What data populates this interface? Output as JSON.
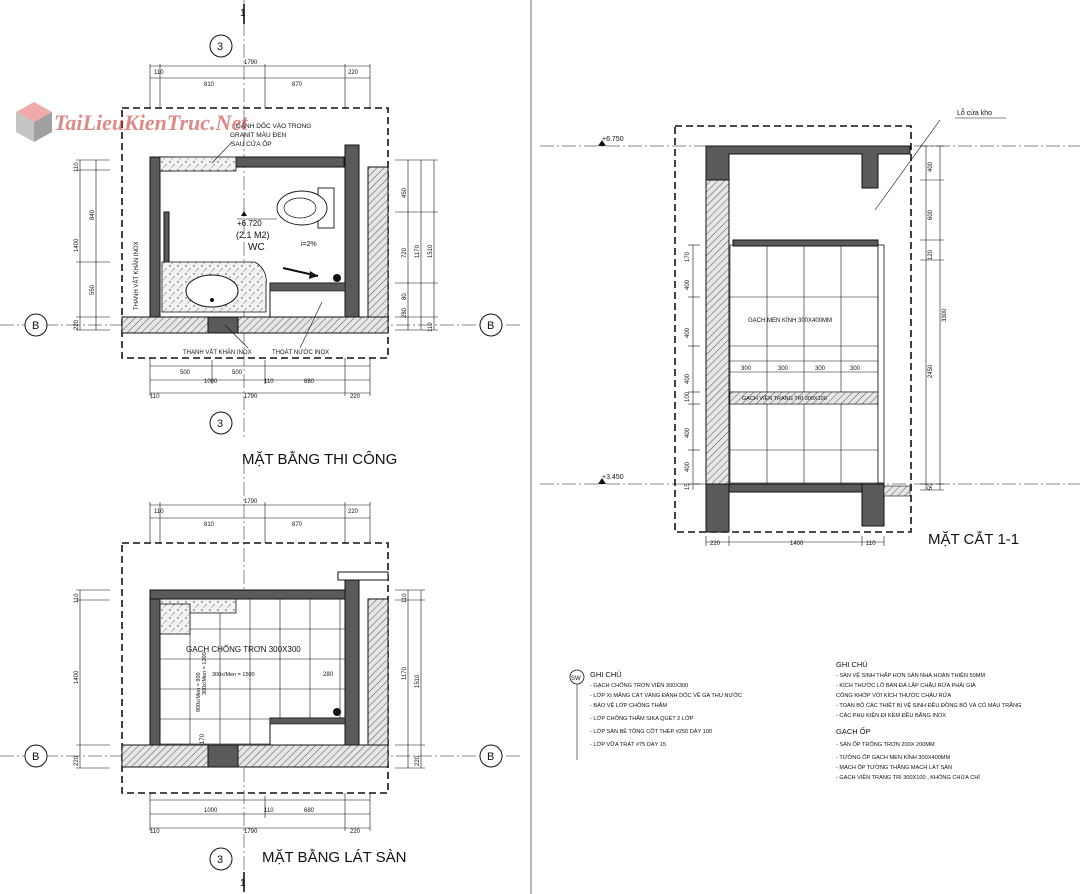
{
  "logo": {
    "text": "TaiLieuKienTruc.Net"
  },
  "titles": {
    "plan_construction": "MẶT BẰNG THI CÔNG",
    "plan_flooring": "MẶT BẰNG LÁT SÀN",
    "section": "MẶT CẮT 1-1"
  },
  "grid_marks": {
    "axis3": "3",
    "axisB": "B",
    "section_mark": "1"
  },
  "plan1": {
    "top_dims_total": "1790",
    "top_dims": [
      "110",
      "810",
      "870",
      "220"
    ],
    "bottom_dims_a": [
      "500",
      "500",
      "110",
      "680"
    ],
    "bottom_dims_b": [
      "1000"
    ],
    "bottom_dims_total": "1790",
    "bottom_dims_c": [
      "110",
      "220"
    ],
    "left_dims": [
      "110",
      "840",
      "1400",
      "550",
      "220"
    ],
    "right_dims": [
      "450",
      "720",
      "1170",
      "1510",
      "80",
      "280",
      "110"
    ],
    "room_level": "+6.720",
    "room_area": "(2.1 M2)",
    "room_name": "WC",
    "slope": "i=2%",
    "label_granite": [
      "ĐÁNH DỐC VÀO TRONG",
      "GRANIT MÀU ĐEN",
      "SAU CỬA ỐP"
    ],
    "label_towel_bar_side": "THANH VẮT KHĂN INOX",
    "label_towel_bar_bottom": "THANH VẮT KHĂN INOX",
    "label_drain": "THOÁT NƯỚC INOX"
  },
  "plan2": {
    "top_dims_total": "1790",
    "top_dims": [
      "110",
      "810",
      "870",
      "220"
    ],
    "left_dims": [
      "110",
      "1400",
      "220"
    ],
    "right_dims": [
      "110",
      "1170",
      "1510",
      "220"
    ],
    "tile_label": "GẠCH CHỐNG TRƠN 300X300",
    "tile_1200": "300x/Men = 1200",
    "tile_1500": "300x/Men = 1500",
    "tile_900": "900x/Men = 900",
    "dim_280": "280",
    "dim_170": "170",
    "bottom_dims": [
      "1000",
      "110",
      "680"
    ],
    "bottom_dims_total": "1790",
    "bottom_dims_c": [
      "110",
      "220"
    ]
  },
  "section": {
    "level_top": "+6.750",
    "level_bottom": "+3.450",
    "label_opening": "Lỗ cửa kho",
    "tile_label": "GẠCH MEN KÍNH 300X400MM",
    "trim_label": "GẠCH VIỀN TRANG TRÍ 300X100",
    "right_dims": [
      "400",
      "600",
      "120",
      "3300",
      "2450",
      "50"
    ],
    "left_dims": [
      "170",
      "400",
      "400",
      "400",
      "100",
      "400",
      "400",
      "15"
    ],
    "tile_widths": [
      "300",
      "300",
      "300",
      "300"
    ],
    "bottom_dims": [
      "220",
      "1400",
      "110"
    ]
  },
  "notes_left": {
    "badge": "SW",
    "title": "GHI CHÚ",
    "lines": [
      "- GẠCH CHỐNG TRƠN VIÊN 300X300",
      "- LỚP XI MĂNG CÁT VÀNG ĐÁNH DỐC VỀ GA THU NƯỚC",
      "- BẢO VỆ LỚP CHỐNG THẤM",
      "- LỚP CHỐNG THẤM SIKA QUÉT 2 LỚP",
      "- LỚP SÀN BÊ TÔNG CỐT THÉP #250 DÀY 100",
      "- LỚP VỮA TRÁT #75 DÀY 15"
    ]
  },
  "notes_right": {
    "title": "GHI CHÚ",
    "lines": [
      "- SÀN VỆ SINH THẤP HƠN SÀN NHÀ HOÀN THIỆN 50MM",
      "- KÍCH THƯỚC LỖ BÀN ĐÁ LẮP CHẬU RỬA PHẢI GIA",
      "  CÔNG KHỚP VỚI KÍCH THƯỚC CHẬU RỬA",
      "- TOÀN BỘ CÁC THIẾT BỊ VỆ SINH ĐỀU ĐỒNG BỘ VÀ CÓ MÀU TRẮNG",
      "- CÁC PHỤ KIỆN ĐI KÈM ĐỀU BẰNG INOX"
    ],
    "title2": "GẠCH ỐP",
    "lines2": [
      "- SÀN ỐP TRỐNG TRƠN 200X 200MM",
      "- TƯỜNG ỐP GẠCH MEN KÍNH 300X400MM",
      "- MẠCH ỐP TƯỜNG THẲNG MẠCH LÁT SÀN",
      "- GẠCH VIỀN TRANG TRÍ 300X100 , KHÔNG CHỪA CHỈ"
    ]
  }
}
